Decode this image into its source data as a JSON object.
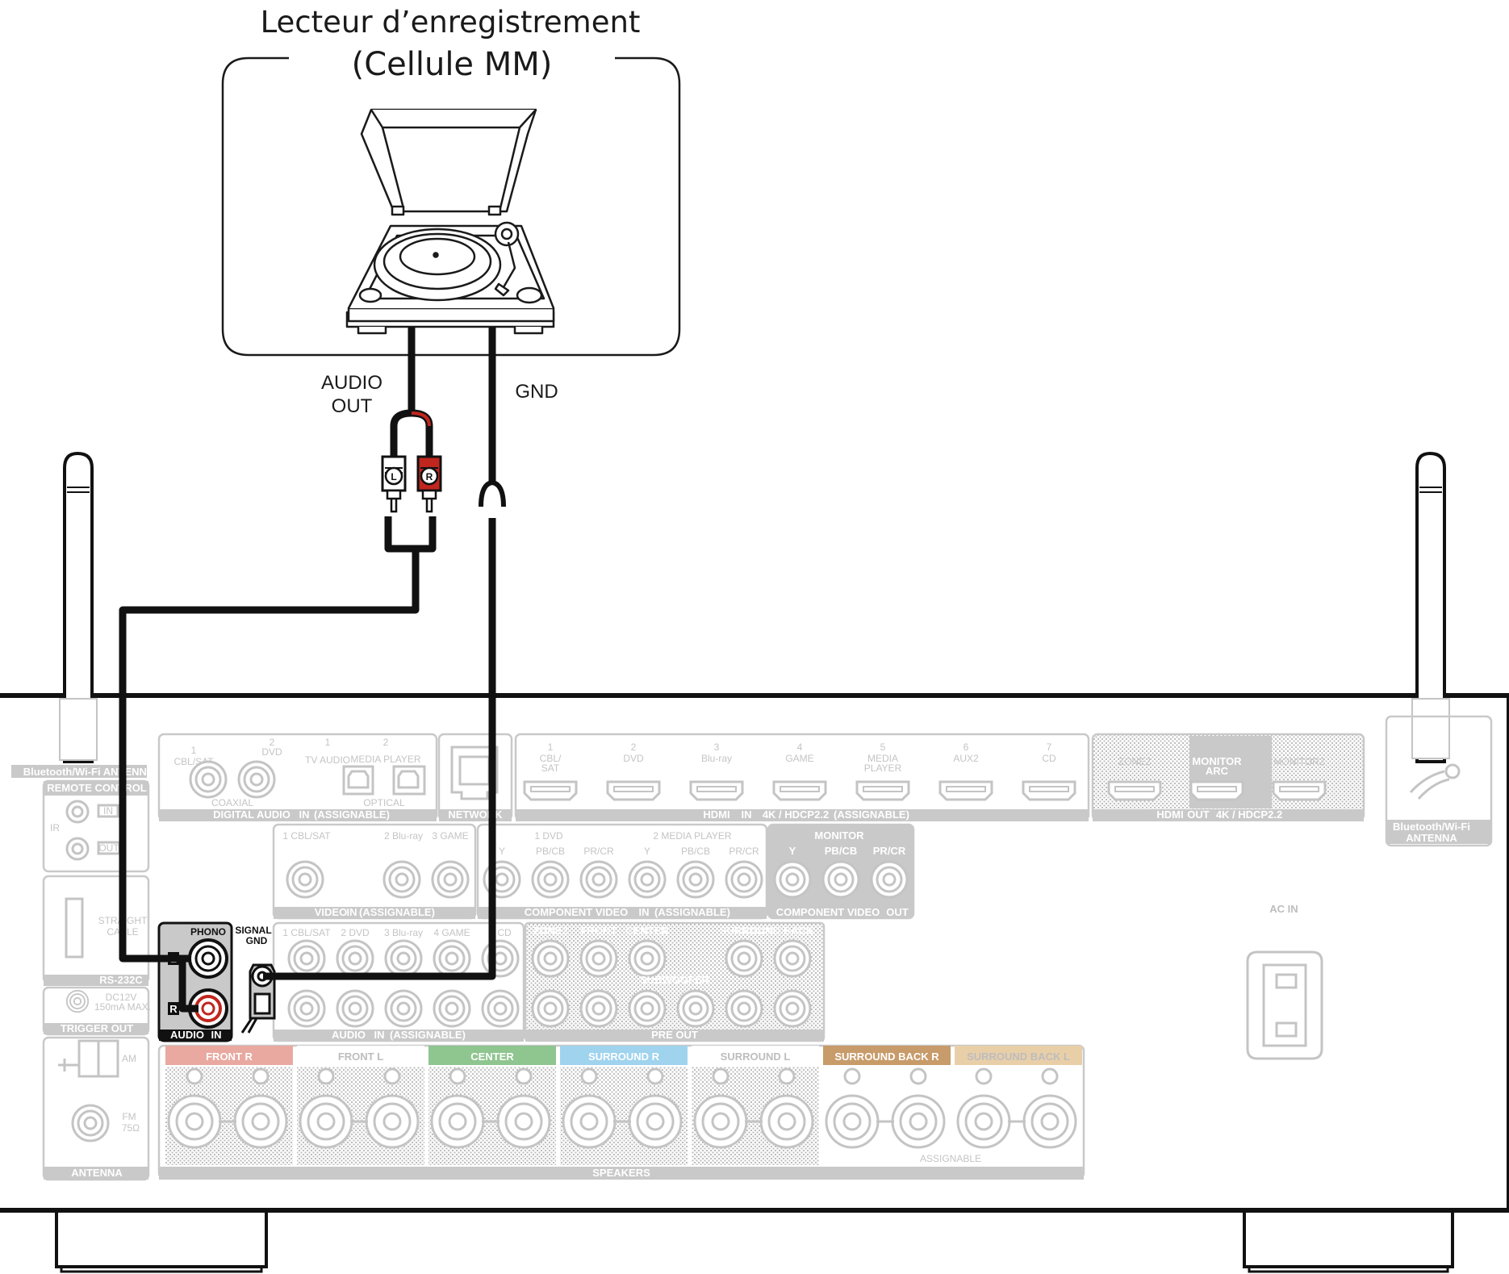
{
  "title": {
    "line1": "Lecteur d’enregistrement",
    "line2": "(Cellule MM)"
  },
  "cables": {
    "audio_out_1": "AUDIO",
    "audio_out_2": "OUT",
    "gnd": "GND",
    "plug_l": "L",
    "plug_r": "R"
  },
  "receiver": {
    "bt_antenna_left": "Bluetooth/Wi-Fi ANTENNA",
    "bt_antenna_right_1": "Bluetooth/Wi-Fi",
    "bt_antenna_right_2": "ANTENNA",
    "remote_control": "REMOTE CONTROL",
    "ir": "IR",
    "ir_in": "IN",
    "ir_out": "OUT",
    "rs232c": "RS-232C",
    "straight_1": "STRAIGHT",
    "straight_2": "CABLE",
    "trigger_out": "TRIGGER OUT",
    "trigger_spec_1": "DC12V",
    "trigger_spec_2": "150mA MAX.",
    "antenna": "ANTENNA",
    "am": "AM",
    "fm_1": "FM",
    "fm_2": "75Ω",
    "digital_audio": "DIGITAL AUDIO",
    "digital_in": "IN",
    "assignable": "(ASSIGNABLE)",
    "coaxial": "COAXIAL",
    "optical": "OPTICAL",
    "digital_inputs": [
      {
        "num": "1",
        "name": "CBL/SAT"
      },
      {
        "num": "2",
        "name": "DVD"
      },
      {
        "num": "1",
        "name": "TV AUDIO"
      },
      {
        "num": "2",
        "name": "MEDIA PLAYER"
      }
    ],
    "network": "NETWORK",
    "hdmi_in_label": "HDMI",
    "hdmi_in_tag": "IN",
    "hdmi_in_spec": "4K / HDCP2.2",
    "hdmi_inputs": [
      {
        "num": "1",
        "name": "CBL/ SAT"
      },
      {
        "num": "2",
        "name": "DVD"
      },
      {
        "num": "3",
        "name": "Blu-ray"
      },
      {
        "num": "4",
        "name": "GAME"
      },
      {
        "num": "5",
        "name": "MEDIA PLAYER"
      },
      {
        "num": "6",
        "name": "AUX2"
      },
      {
        "num": "7",
        "name": "CD"
      }
    ],
    "hdmi_out_label": "HDMI",
    "hdmi_out_tag": "OUT",
    "hdmi_out_spec": "4K / HDCP2.2",
    "hdmi_outputs": [
      "ZONE2",
      "MONITOR ARC",
      "MONITOR2"
    ],
    "video_label": "VIDEO",
    "video_inputs": [
      "1 CBL/SAT",
      "2 Blu-ray",
      "3 GAME"
    ],
    "component_label": "COMPONENT VIDEO",
    "component_inputs": [
      "1 DVD",
      "2 MEDIA PLAYER"
    ],
    "component_cols": [
      "Y",
      "PB/CB",
      "PR/CR"
    ],
    "monitor": "MONITOR",
    "component_out_label": "COMPONENT VIDEO",
    "out_tag": "OUT",
    "in_tag": "IN",
    "phono": "PHONO",
    "signal_gnd_1": "SIGNAL",
    "signal_gnd_2": "GND",
    "phono_l": "L",
    "phono_r": "R",
    "audio_label": "AUDIO",
    "audio_inputs": [
      "1 CBL/SAT",
      "2 DVD",
      "3 Blu-ray",
      "4 GAME",
      "5 CD"
    ],
    "pre_out": "PRE OUT",
    "subwoofer": "SUBWOOFER",
    "pre_out_cols": [
      "ZONE2",
      "FRONT",
      "CENTER",
      "SURROUND BACK"
    ],
    "ac_in": "AC IN",
    "speakers": "SPEAKERS",
    "speakers_assignable": "ASSIGNABLE",
    "speaker_groups": [
      {
        "name": "FRONT",
        "ch": "R",
        "color": "#e9a9a0"
      },
      {
        "name": "FRONT",
        "ch": "L",
        "color": "#ffffff"
      },
      {
        "name": "CENTER",
        "ch": "",
        "color": "#8fc58f"
      },
      {
        "name": "SURROUND",
        "ch": "R",
        "color": "#9fd3ee"
      },
      {
        "name": "SURROUND",
        "ch": "L",
        "color": "#ffffff"
      },
      {
        "name": "SURROUND BACK",
        "ch": "R",
        "color": "#c89b6a"
      },
      {
        "name": "SURROUND BACK",
        "ch": "L",
        "color": "#e9cfa8"
      }
    ]
  },
  "colors": {
    "cable_black": "#111111",
    "cable_red": "#c0261e",
    "panel_gray": "#c9c9c9"
  }
}
